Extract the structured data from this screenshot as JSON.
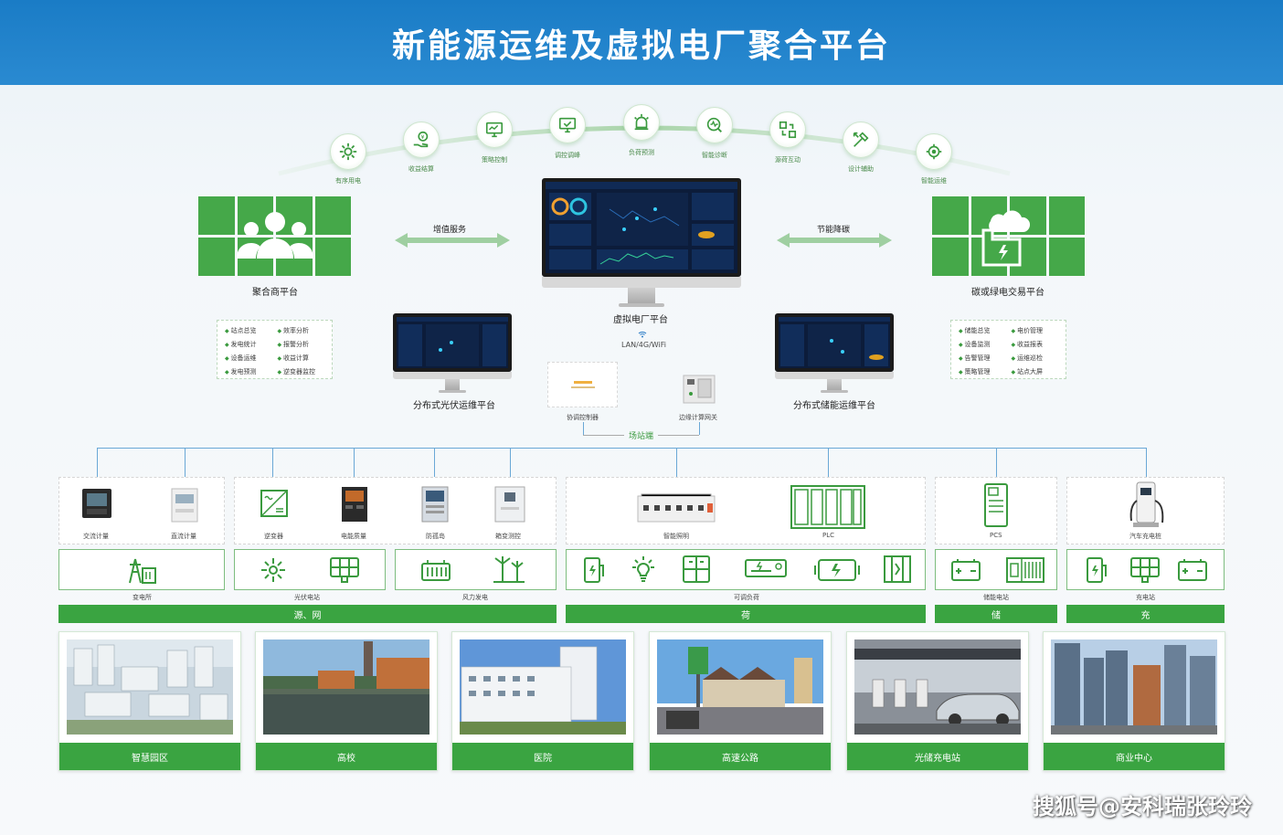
{
  "header": {
    "title": "新能源运维及虚拟电厂聚合平台"
  },
  "arc_icons": [
    {
      "label": "有序用电",
      "icon": "gear-icon"
    },
    {
      "label": "收益结算",
      "icon": "money-hand-icon"
    },
    {
      "label": "策略控制",
      "icon": "monitor-control-icon"
    },
    {
      "label": "调控调峰",
      "icon": "checked-screen-icon"
    },
    {
      "label": "负荷预测",
      "icon": "alarm-icon"
    },
    {
      "label": "智能诊断",
      "icon": "diagnosis-icon"
    },
    {
      "label": "源荷互动",
      "icon": "interaction-icon"
    },
    {
      "label": "设计辅助",
      "icon": "design-tools-icon"
    },
    {
      "label": "智能运维",
      "icon": "maintenance-icon"
    }
  ],
  "left_platform": {
    "title": "聚合商平台",
    "arrow_label": "增值服务",
    "features": [
      "站点总览",
      "效率分析",
      "发电统计",
      "报警分析",
      "设备运维",
      "收益计算",
      "发电预测",
      "逆变器监控"
    ]
  },
  "right_platform": {
    "title": "碳或绿电交易平台",
    "arrow_label": "节能降碳",
    "features": [
      "储能总览",
      "电价管理",
      "设备监测",
      "收益报表",
      "告警管理",
      "运维巡检",
      "策略管理",
      "站点大屏"
    ]
  },
  "center": {
    "title": "虚拟电厂平台",
    "network": "LAN/4G/WiFi",
    "pv_platform": "分布式光伏运维平台",
    "storage_platform": "分布式储能运维平台",
    "coordinator": "协调控制器",
    "gateway": "边缘计算网关",
    "station_side": "场站端"
  },
  "devices": [
    {
      "label": "交流计量",
      "icon": "ac-meter-icon"
    },
    {
      "label": "直流计量",
      "icon": "dc-meter-icon"
    },
    {
      "label": "逆变器",
      "icon": "inverter-icon"
    },
    {
      "label": "电能质量",
      "icon": "power-quality-icon"
    },
    {
      "label": "防孤岛",
      "icon": "anti-island-icon"
    },
    {
      "label": "箱变测控",
      "icon": "box-transformer-icon"
    },
    {
      "label": "智能照明",
      "icon": "lighting-module-icon"
    },
    {
      "label": "PLC",
      "icon": "plc-icon"
    },
    {
      "label": "PCS",
      "icon": "pcs-icon"
    },
    {
      "label": "汽车充电桩",
      "icon": "charger-icon"
    }
  ],
  "facilities": [
    {
      "label": "变电所"
    },
    {
      "label": "光伏电站"
    },
    {
      "label": "风力发电"
    },
    {
      "label": "可调负荷"
    },
    {
      "label": "储能电站"
    },
    {
      "label": "充电站"
    }
  ],
  "bands": [
    "源、网",
    "荷",
    "储",
    "充"
  ],
  "scenes": [
    "智慧园区",
    "高校",
    "医院",
    "高速公路",
    "光储充电站",
    "商业中心"
  ],
  "watermark": "搜狐号@安科瑞张玲玲",
  "colors": {
    "header": "#1a7cc6",
    "green": "#3aa441",
    "link_line": "#6aa8d6"
  }
}
